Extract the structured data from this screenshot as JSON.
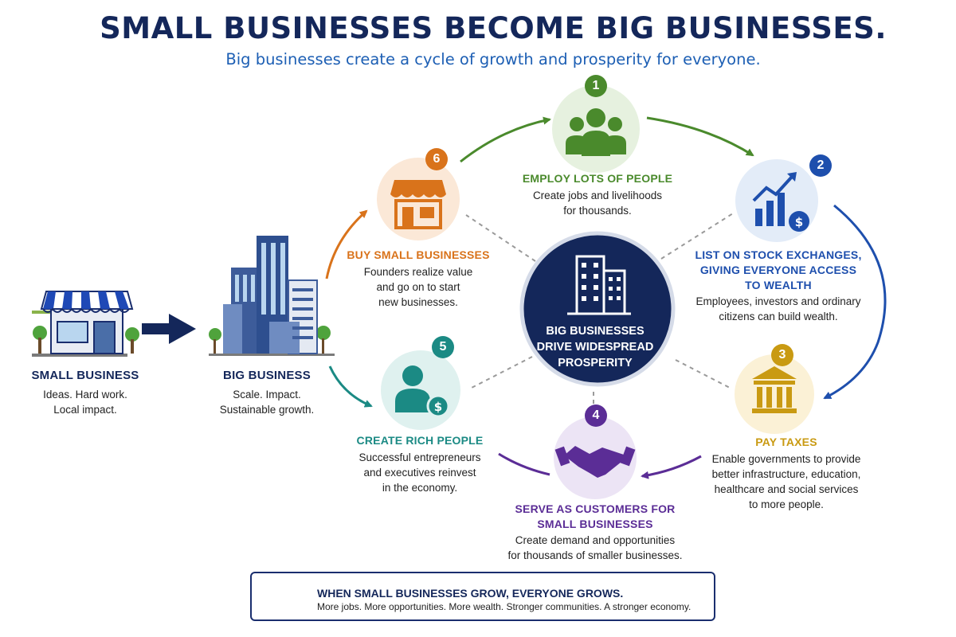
{
  "title": "SMALL BUSINESSES BECOME BIG BUSINESSES.",
  "subtitle": "Big businesses create a cycle of growth and prosperity for everyone.",
  "small_business": {
    "label": "SMALL BUSINESS",
    "desc": [
      "Ideas. Hard work.",
      "Local impact."
    ],
    "icon": "storefront-icon"
  },
  "big_business": {
    "label": "BIG BUSINESS",
    "desc": [
      "Scale. Impact.",
      "Sustainable growth."
    ],
    "icon": "skyscrapers-icon"
  },
  "center": {
    "lines": [
      "BIG BUSINESSES",
      "DRIVE WIDESPREAD",
      "PROSPERITY"
    ],
    "icon": "office-building-icon"
  },
  "steps": [
    {
      "number": "1",
      "label": [
        "EMPLOY LOTS OF PEOPLE"
      ],
      "desc": [
        "Create jobs and livelihoods",
        "for thousands."
      ],
      "color": "#4a8a2c",
      "icon": "people-group-icon"
    },
    {
      "number": "2",
      "label": [
        "LIST ON STOCK EXCHANGES,",
        "GIVING EVERYONE ACCESS",
        "TO WEALTH"
      ],
      "desc": [
        "Employees, investors and ordinary",
        "citizens can build wealth."
      ],
      "color": "#1e4fad",
      "icon": "stock-chart-dollar-icon"
    },
    {
      "number": "3",
      "label": [
        "PAY TAXES"
      ],
      "desc": [
        "Enable governments to provide",
        "better infrastructure, education,",
        "healthcare and social services",
        "to more people."
      ],
      "color": "#c99a12",
      "icon": "government-building-icon"
    },
    {
      "number": "4",
      "label": [
        "SERVE AS CUSTOMERS FOR",
        "SMALL BUSINESSES"
      ],
      "desc": [
        "Create demand and opportunities",
        "for thousands of smaller businesses."
      ],
      "color": "#5b2d96",
      "icon": "handshake-icon"
    },
    {
      "number": "5",
      "label": [
        "CREATE RICH PEOPLE"
      ],
      "desc": [
        "Successful entrepreneurs",
        "and executives reinvest",
        "in the economy."
      ],
      "color": "#1b8a84",
      "icon": "person-dollar-icon"
    },
    {
      "number": "6",
      "label": [
        "BUY SMALL BUSINESSES"
      ],
      "desc": [
        "Founders realize value",
        "and go on to start",
        "new businesses."
      ],
      "color": "#d9731b",
      "icon": "small-shop-icon"
    }
  ],
  "banner": {
    "title": "WHEN SMALL BUSINESSES GROW, EVERYONE GROWS.",
    "subtitle": "More jobs. More opportunities. More wealth. Stronger communities. A stronger economy.",
    "icon": "community-group-icon"
  },
  "colors": {
    "navy": "#14275a",
    "subtitle_blue": "#1d5fb4"
  }
}
